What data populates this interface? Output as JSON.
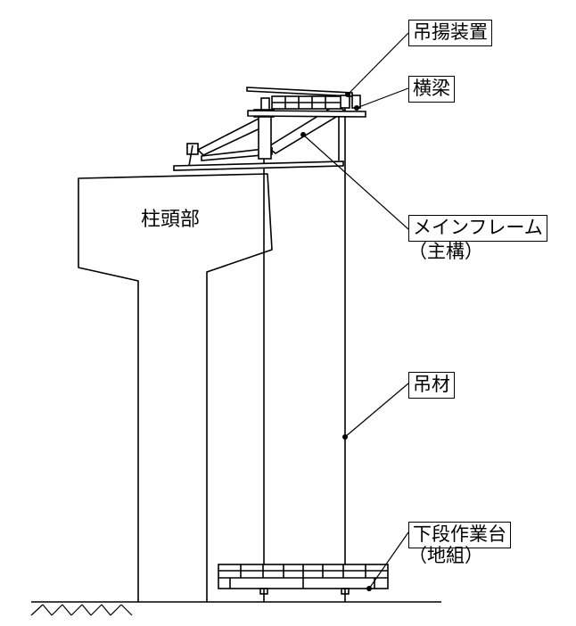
{
  "labels": {
    "hoist": "吊揚装置",
    "crossbeam": "横梁",
    "main_frame": "メインフレーム",
    "main_frame_sub": "（主構）",
    "hanger": "吊材",
    "lower_platform": "下段作業台",
    "lower_platform_sub": "（地組）",
    "pier_head": "柱頭部"
  }
}
